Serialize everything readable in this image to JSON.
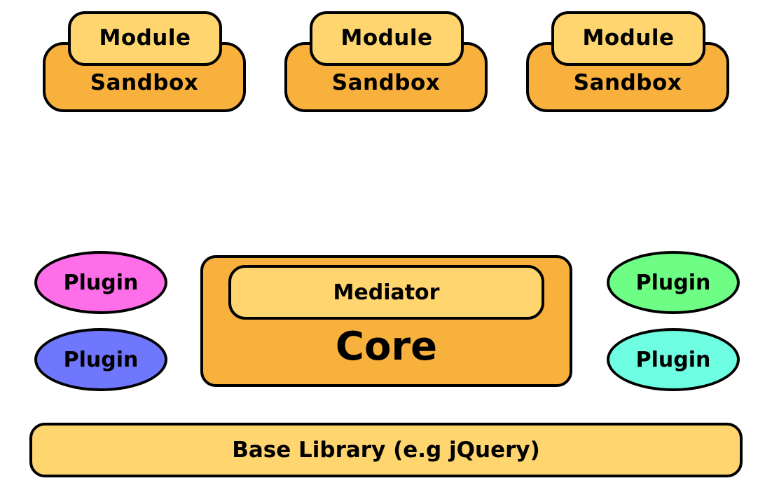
{
  "colors": {
    "light_box": "#FED56F",
    "dark_box": "#F9B13D",
    "plugin_pink": "#FE6EE9",
    "plugin_blue": "#6F77FE",
    "plugin_green": "#6EFE86",
    "plugin_cyan": "#6EFEE1",
    "outline": "#000000"
  },
  "modules": [
    {
      "module_label": "Module",
      "sandbox_label": "Sandbox"
    },
    {
      "module_label": "Module",
      "sandbox_label": "Sandbox"
    },
    {
      "module_label": "Module",
      "sandbox_label": "Sandbox"
    }
  ],
  "plugins": {
    "left_top": "Plugin",
    "left_bottom": "Plugin",
    "right_top": "Plugin",
    "right_bottom": "Plugin"
  },
  "core": {
    "mediator_label": "Mediator",
    "core_label": "Core"
  },
  "base_library": {
    "label": "Base Library (e.g jQuery)"
  }
}
